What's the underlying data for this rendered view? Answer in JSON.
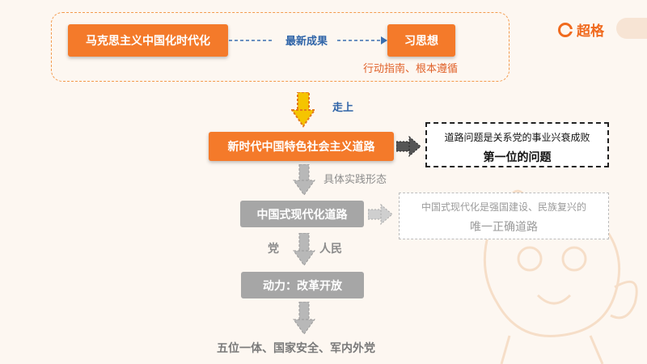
{
  "brand": {
    "logo_text": "超格",
    "accent": "#f47a2a",
    "gray": "#a6a6a6"
  },
  "top_panel": {
    "left_box": "马克思主义中国化时代化",
    "connector_label": "最新成果",
    "right_box": "习思想",
    "right_caption": "行动指南、根本遵循"
  },
  "step_label_1": "走上",
  "main_box": "新时代中国特色社会主义道路",
  "note_main": {
    "line1": "道路问题是关系党的事业兴衰成败",
    "line2": "第一位的问题"
  },
  "step_label_2": "具体实践形态",
  "modern_box": "中国式现代化道路",
  "note_modern": {
    "line1": "中国式现代化是强国建设、民族复兴的",
    "line2": "唯一正确道路"
  },
  "side_labels": {
    "left": "党",
    "right": "人民"
  },
  "power_box": "动力：改革开放",
  "bottom_text": "五位一体、国家安全、军内外党"
}
